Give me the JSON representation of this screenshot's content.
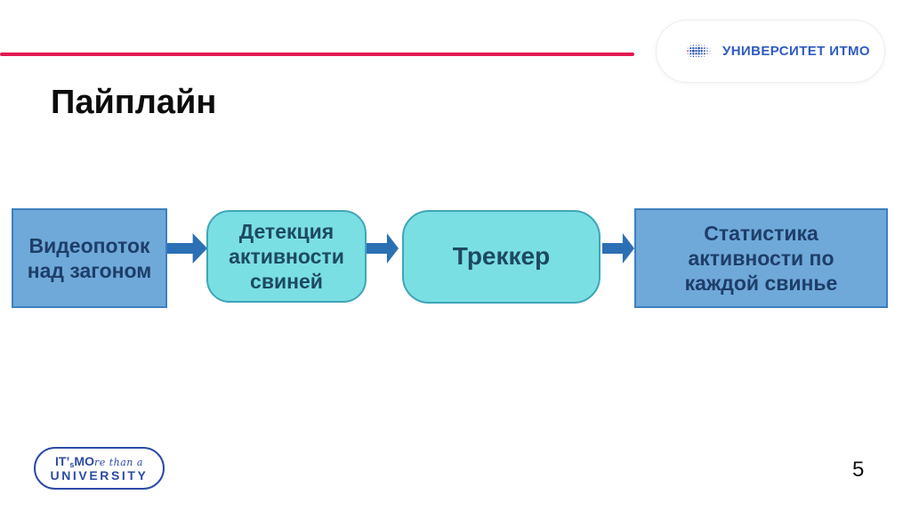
{
  "theme": {
    "page_bg": "#ffffff",
    "accent_red": "#E41A52",
    "title_color": "#0c0c0c",
    "header_logo_text": "#2E5BC3",
    "header_card_border": "#ededed",
    "box_blue_fill": "#6FA9DA",
    "box_blue_border": "#3E7FBF",
    "box_blue_text": "#1E3E68",
    "box_cyan_fill": "#7ADFE2",
    "box_cyan_border": "#3FA5B8",
    "box_cyan_text": "#1D4963",
    "arrow_color": "#2B70B4",
    "itmo_blue": "#2B4BA5"
  },
  "header": {
    "university_logo_text": "УНИВЕРСИТЕТ ИТМО"
  },
  "slide": {
    "title": "Пайплайн",
    "page_number": "5"
  },
  "pipeline": {
    "steps": [
      {
        "label": "Видеопоток над загоном"
      },
      {
        "label": "Детекция активности свиней"
      },
      {
        "label": "Треккер"
      },
      {
        "label": "Статистика активности по каждой свинье"
      }
    ]
  },
  "footer": {
    "logo": {
      "part_it": "IT’",
      "part_s": "s",
      "part_mo": "MO",
      "part_script": "re than a",
      "line2": "UNIVERSITY"
    }
  }
}
